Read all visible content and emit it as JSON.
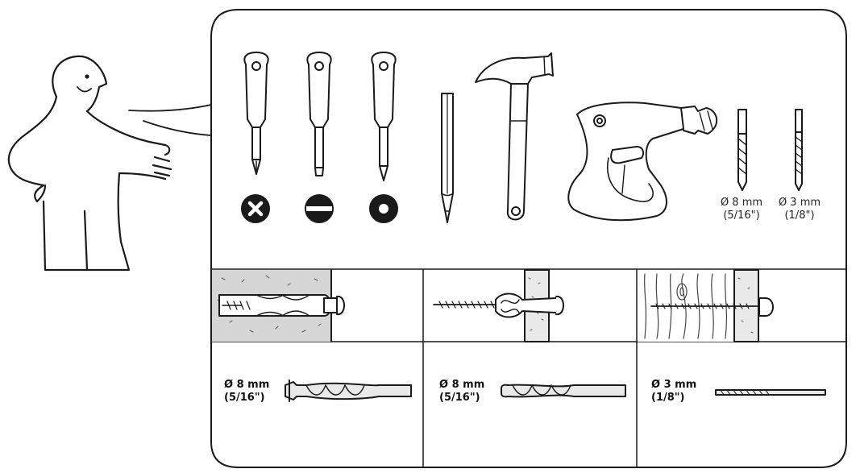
{
  "colors": {
    "stroke": "#1a1a1a",
    "concrete": "#d6d6d6",
    "fill_light": "#e9e9e9",
    "background": "#ffffff"
  },
  "figure": {
    "icon": "ikea-man-pointing-icon"
  },
  "tools": [
    {
      "name": "phillips-screwdriver-icon",
      "head": "phillips-head-icon"
    },
    {
      "name": "flat-screwdriver-icon",
      "head": "slotted-head-icon"
    },
    {
      "name": "pozidriv-screwdriver-icon",
      "head": "round-head-icon"
    },
    {
      "name": "pencil-icon"
    },
    {
      "name": "hammer-icon"
    },
    {
      "name": "drill-icon"
    }
  ],
  "drill_bits": [
    {
      "diameter": "Ø 8 mm",
      "inch": "(5/16\")"
    },
    {
      "diameter": "Ø 3 mm",
      "inch": "(1/8\")"
    }
  ],
  "walls": [
    {
      "name": "concrete-wall",
      "bit_diameter": "Ø 8 mm",
      "bit_inch": "(5/16\")"
    },
    {
      "name": "hollow-wall",
      "bit_diameter": "Ø 8 mm",
      "bit_inch": "(5/16\")"
    },
    {
      "name": "wood-wall",
      "bit_diameter": "Ø 3 mm",
      "bit_inch": "(1/8\")"
    }
  ]
}
